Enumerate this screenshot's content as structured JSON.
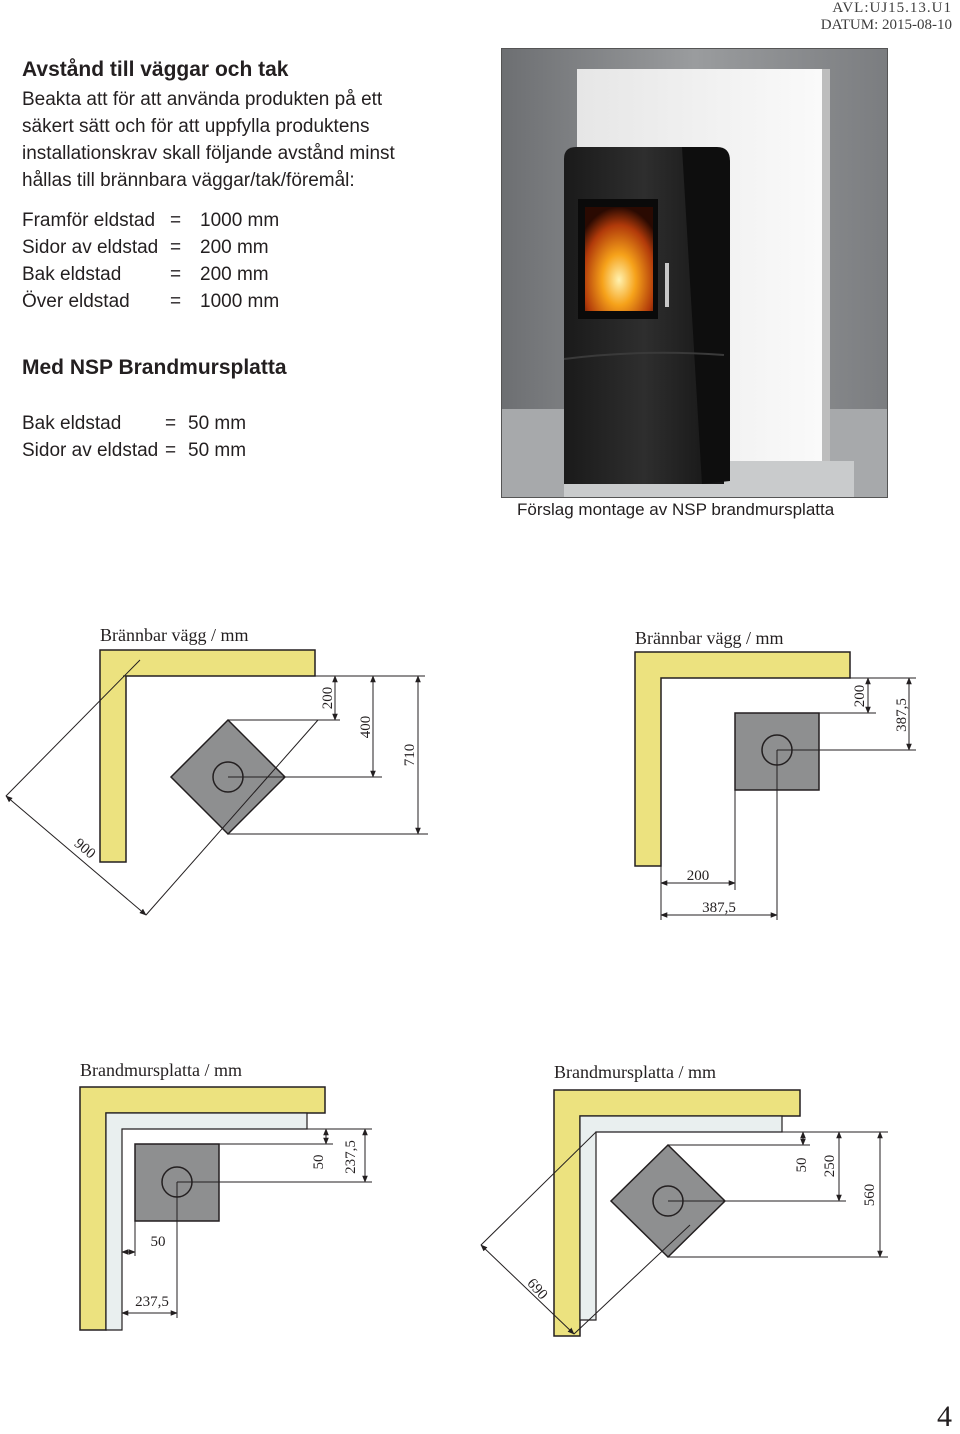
{
  "ref": {
    "line1": "AVL:UJ15.13.U1",
    "line2": "DATUM: 2015-08-10"
  },
  "heading": "Avstånd till väggar och tak",
  "intro": "Beakta att för att använda produkten på ett säkert sätt och för att uppfylla produktens installationskrav skall följande avstånd minst hållas till brännbara väggar/tak/föremål:",
  "clearances": [
    {
      "label": "Framför eldstad",
      "eq": "=",
      "value": "1000 mm"
    },
    {
      "label": "Sidor av eldstad",
      "eq": "=",
      "value": "200 mm"
    },
    {
      "label": "Bak eldstad",
      "eq": "=",
      "value": "200 mm"
    },
    {
      "label": "Över eldstad",
      "eq": "=",
      "value": "1000 mm"
    }
  ],
  "nsp_heading": "Med NSP Brandmursplatta",
  "nsp_clearances": [
    {
      "label": "Bak eldstad",
      "eq": "=",
      "value": "50 mm"
    },
    {
      "label": "Sidor av eldstad",
      "eq": "=",
      "value": "50 mm"
    }
  ],
  "photo_caption": "Förslag montage av NSP brandmursplatta",
  "diagrams": {
    "d1": {
      "title": "Brännbar vägg / mm",
      "dims": [
        "200",
        "400",
        "710",
        "900"
      ]
    },
    "d2": {
      "title": "Brännbar vägg / mm",
      "dims": [
        "200",
        "387,5",
        "200",
        "387,5"
      ]
    },
    "d3": {
      "title": "Brandmursplatta / mm",
      "dims": [
        "50",
        "237,5",
        "50",
        "237,5"
      ]
    },
    "d4": {
      "title": "Brandmursplatta / mm",
      "dims": [
        "50",
        "250",
        "560",
        "690"
      ]
    }
  },
  "page_number": "4",
  "colors": {
    "wall": "#ece27f",
    "wall_stroke": "#231f20",
    "plate": "#e9efef",
    "stove": "#8e8f90"
  }
}
